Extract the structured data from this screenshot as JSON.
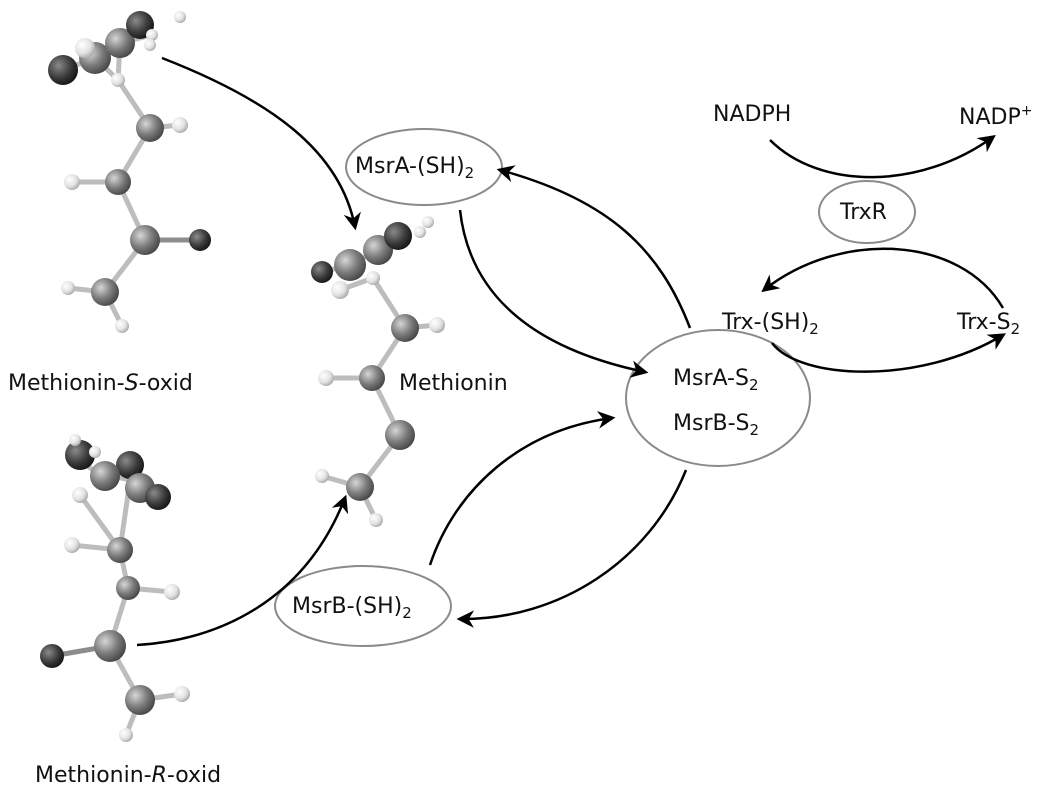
{
  "molecules": {
    "s_oxide": {
      "name": "Methionin-",
      "stereo": "S",
      "suffix": "-oxid"
    },
    "r_oxide": {
      "name": "Methionin-",
      "stereo": "R",
      "suffix": "-oxid"
    },
    "methionine": {
      "name": "Methionin"
    }
  },
  "enzymes": {
    "msra_reduced": {
      "base": "MsrA-(SH)",
      "sub": "2"
    },
    "msrb_reduced": {
      "base": "MsrB-(SH)",
      "sub": "2"
    },
    "msra_oxidized": {
      "base": "MsrA-S",
      "sub": "2"
    },
    "msrb_oxidized": {
      "base": "MsrB-S",
      "sub": "2"
    },
    "trx_reduced": {
      "base": "Trx-(SH)",
      "sub": "2"
    },
    "trx_oxidized": {
      "base": "Trx-S",
      "sub": "2"
    },
    "trxr": "TrxR"
  },
  "cofactors": {
    "nadph": "NADPH",
    "nadp": {
      "base": "NADP",
      "sup": "+"
    }
  },
  "colors": {
    "ellipse_stroke": "#8a8a8a",
    "arrow": "#000000",
    "atom_dark": "#2e2e2e",
    "atom_mid": "#6f6f6f",
    "atom_light": "#e6e6e6"
  }
}
